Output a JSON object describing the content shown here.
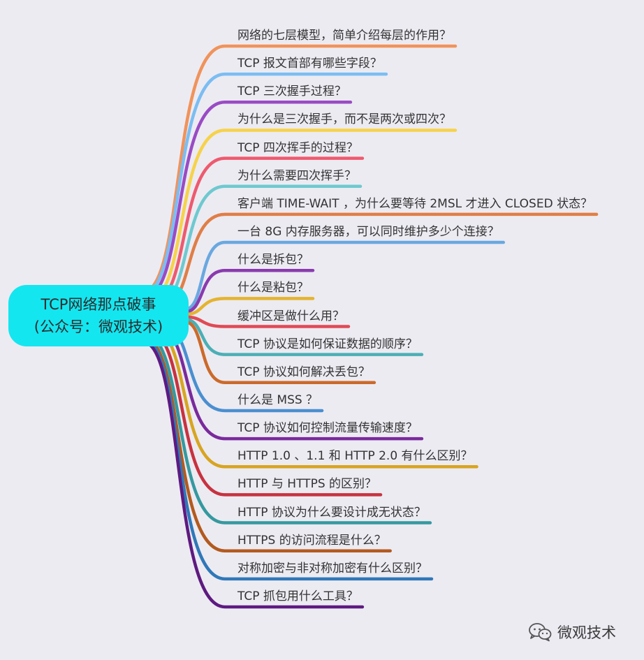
{
  "center": {
    "title_line1": "TCP网络那点破事",
    "title_line2": "(公众号：微观技术)",
    "color": "#14E6F0"
  },
  "topics": [
    {
      "label": "网络的七层模型，简单介绍每层的作用？",
      "color": "#F0935B"
    },
    {
      "label": "TCP 报文首部有哪些字段？",
      "color": "#7BBDF2"
    },
    {
      "label": "TCP 三次握手过程？",
      "color": "#9A4BC4"
    },
    {
      "label": "为什么是三次握手，而不是两次或四次？",
      "color": "#F7D24A"
    },
    {
      "label": "TCP 四次挥手的过程？",
      "color": "#EE5A6E"
    },
    {
      "label": "为什么需要四次挥手？",
      "color": "#6EC9CF"
    },
    {
      "label": "客户端 TIME-WAIT ，为什么要等待 2MSL 才进入 CLOSED 状态？",
      "color": "#E07E46"
    },
    {
      "label": "一台 8G 内存服务器，可以同时维护多少个连接？",
      "color": "#6AA8E0"
    },
    {
      "label": "什么是拆包？",
      "color": "#8A3BAE"
    },
    {
      "label": "什么是粘包？",
      "color": "#E5B330"
    },
    {
      "label": "缓冲区是做什么用？",
      "color": "#E04A55"
    },
    {
      "label": "TCP 协议是如何保证数据的顺序？",
      "color": "#4BAFB5"
    },
    {
      "label": "TCP 协议如何解决丢包？",
      "color": "#CC6A2A"
    },
    {
      "label": "什么是 MSS ？",
      "color": "#4A8FD0"
    },
    {
      "label": "TCP 协议如何控制流量传输速度？",
      "color": "#7A2A9C"
    },
    {
      "label": "HTTP 1.0 、1.1 和 HTTP 2.0 有什么区别？",
      "color": "#D8A520"
    },
    {
      "label": "HTTP 与 HTTPS 的区别？",
      "color": "#C8323F"
    },
    {
      "label": "HTTP 协议为什么要设计成无状态？",
      "color": "#35999F"
    },
    {
      "label": "HTTPS 的访问流程是什么？",
      "color": "#B35A1E"
    },
    {
      "label": "对称加密与非对称加密有什么区别？",
      "color": "#2F78B8"
    },
    {
      "label": "TCP 抓包用什么工具？",
      "color": "#5E1A80"
    }
  ],
  "watermark": {
    "text": "微观技术",
    "icon": "wechat-icon"
  }
}
